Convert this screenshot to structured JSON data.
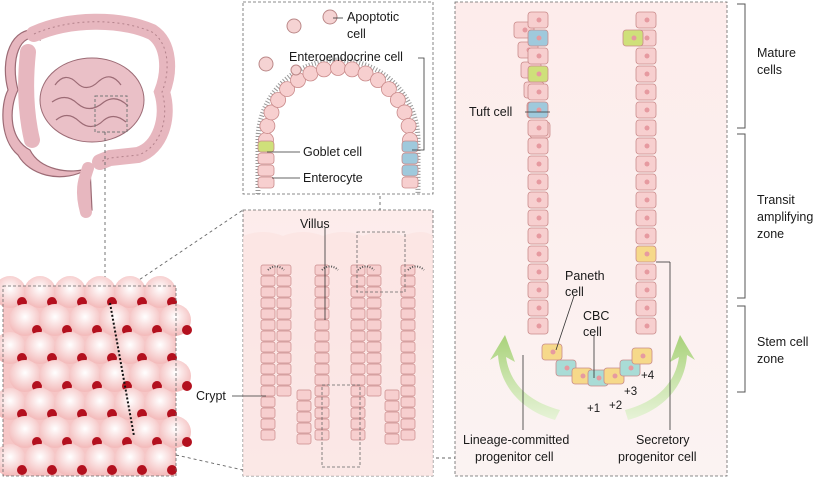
{
  "labels": {
    "apoptotic_cell_1": "Apoptotic",
    "apoptotic_cell_2": "cell",
    "enteroendocrine_cell": "Enteroendocrine cell",
    "goblet_cell": "Goblet cell",
    "enterocyte": "Enterocyte",
    "villus": "Villus",
    "crypt": "Crypt",
    "tuft_cell": "Tuft cell",
    "paneth_cell_1": "Paneth",
    "paneth_cell_2": "cell",
    "cbc_cell_1": "CBC",
    "cbc_cell_2": "cell",
    "lineage_committed_1": "Lineage-committed",
    "lineage_committed_2": "progenitor cell",
    "secretory_1": "Secretory",
    "secretory_2": "progenitor cell",
    "pos_plus1": "+1",
    "pos_plus2": "+2",
    "pos_plus3": "+3",
    "pos_plus4": "+4"
  },
  "zones": {
    "mature_1": "Mature",
    "mature_2": "cells",
    "transit_1": "Transit",
    "transit_2": "amplifying",
    "transit_3": "zone",
    "stem_1": "Stem cell",
    "stem_2": "zone"
  },
  "colors": {
    "cell_fill": "#f7cfcf",
    "cell_stroke": "#c98a8a",
    "goblet": "#cfe07a",
    "paneth": "#f6d98a",
    "stem": "#a9dcd6",
    "enteroendocrine": "#9fc9dc",
    "arrow_green": "#b7d98b",
    "panel_bg": "#fdf1f0"
  }
}
